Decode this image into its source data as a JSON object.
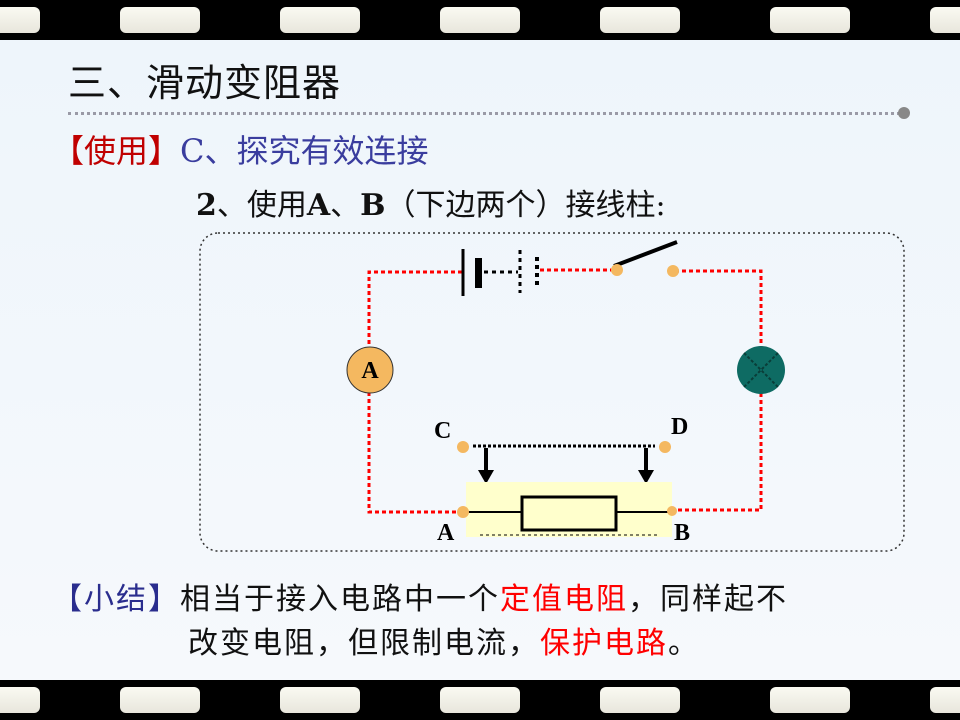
{
  "title": "三、滑动变阻器",
  "usage": {
    "label": "【使用】",
    "text": "C、探究有效连接"
  },
  "step": {
    "num": "2",
    "pre": "、使用",
    "ab": "A",
    "sep": "、",
    "b": "B",
    "post": "（下边两个）接线柱:"
  },
  "diagram": {
    "ammeter_label": "A",
    "terminal_c": "C",
    "terminal_d": "D",
    "terminal_a": "A",
    "terminal_b": "B",
    "colors": {
      "wire_red": "#ff0000",
      "wire_black": "#000000",
      "terminal": "#f4b860",
      "lamp": "#0e6b63",
      "rheostat_body": "#ffffcc"
    }
  },
  "summary": {
    "label": "【小结】",
    "t1": "相当于接入电路中一个",
    "h1": "定值电阻",
    "t2": "，同样起不",
    "t3": "改变电阻，但限制电流，",
    "h2": "保护电路",
    "t4": "。"
  }
}
